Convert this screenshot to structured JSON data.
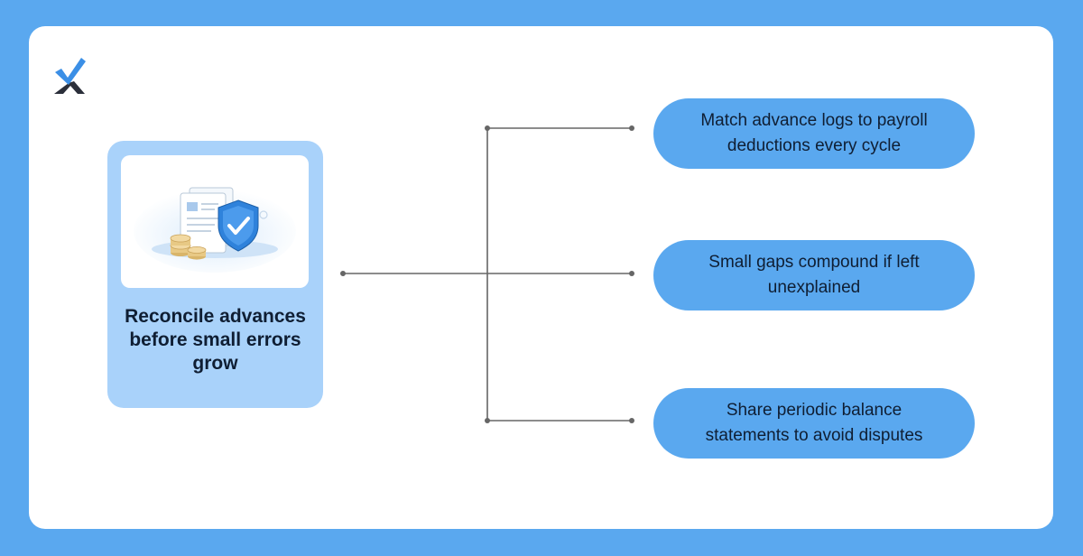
{
  "left_card": {
    "title": "Reconcile advances before small errors grow",
    "illustration_icons": [
      "document-icon",
      "shield-check-icon",
      "coin-stack-icon"
    ]
  },
  "right_items": [
    {
      "text": "Match advance logs to payroll deductions every cycle"
    },
    {
      "text": "Small gaps compound if left unexplained"
    },
    {
      "text": "Share periodic balance statements to avoid disputes"
    }
  ],
  "colors": {
    "background": "#5aa8ef",
    "panel": "#ffffff",
    "card": "#a9d2fa",
    "pill": "#5aa8ef",
    "text": "#0f1e33",
    "connector": "#666666"
  }
}
